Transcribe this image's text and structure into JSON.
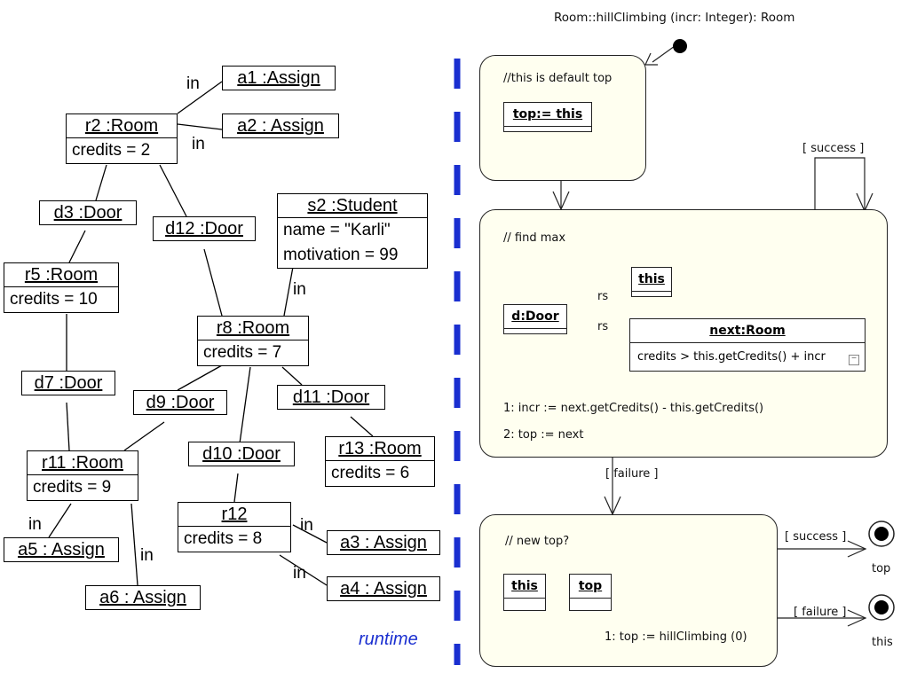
{
  "object_diagram": {
    "objects": {
      "a1": {
        "name": "a1 :Assign"
      },
      "a2": {
        "name": "a2 : Assign"
      },
      "r2": {
        "name": "r2 :Room",
        "attr": "credits = 2"
      },
      "d3": {
        "name": "d3 :Door"
      },
      "d12": {
        "name": "d12 :Door"
      },
      "s2": {
        "name": "s2 :Student",
        "attr1": "name = \"Karli\"",
        "attr2": "motivation = 99"
      },
      "r5": {
        "name": "r5 :Room",
        "attr": "credits = 10"
      },
      "r8": {
        "name": "r8 :Room",
        "attr": "credits = 7"
      },
      "d7": {
        "name": "d7 :Door"
      },
      "d9": {
        "name": "d9 :Door"
      },
      "d11": {
        "name": "d11 :Door"
      },
      "r13": {
        "name": "r13 :Room",
        "attr": "credits = 6"
      },
      "d10": {
        "name": "d10 :Door"
      },
      "r11": {
        "name": "r11 :Room",
        "attr": "credits = 9"
      },
      "r12": {
        "name": "r12",
        "attr": "credits = 8"
      },
      "a3": {
        "name": "a3 : Assign"
      },
      "a4": {
        "name": "a4 : Assign"
      },
      "a5": {
        "name": "a5 : Assign"
      },
      "a6": {
        "name": "a6 : Assign"
      }
    },
    "link_label": "in",
    "caption": "runtime"
  },
  "activity_diagram": {
    "signature": "Room::hillClimbing (incr: Integer): Room",
    "state1": {
      "comment": "//this is default top",
      "obj": "top:= this"
    },
    "state2": {
      "comment": "// find max",
      "door": "d:Door",
      "this_obj": "this",
      "next_obj": "next:Room",
      "constraint": "credits > this.getCredits() + incr",
      "rs_label": "rs",
      "stmt1": "1: incr := next.getCredits() - this.getCredits()",
      "stmt2": "2: top := next"
    },
    "state3": {
      "comment": "// new top?",
      "obj1": "this",
      "obj2": "top",
      "stmt": "1: top := hillClimbing (0)"
    },
    "guards": {
      "success": "[ success ]",
      "failure": "[ failure ]"
    },
    "end_labels": {
      "top": "top",
      "this": "this"
    }
  }
}
